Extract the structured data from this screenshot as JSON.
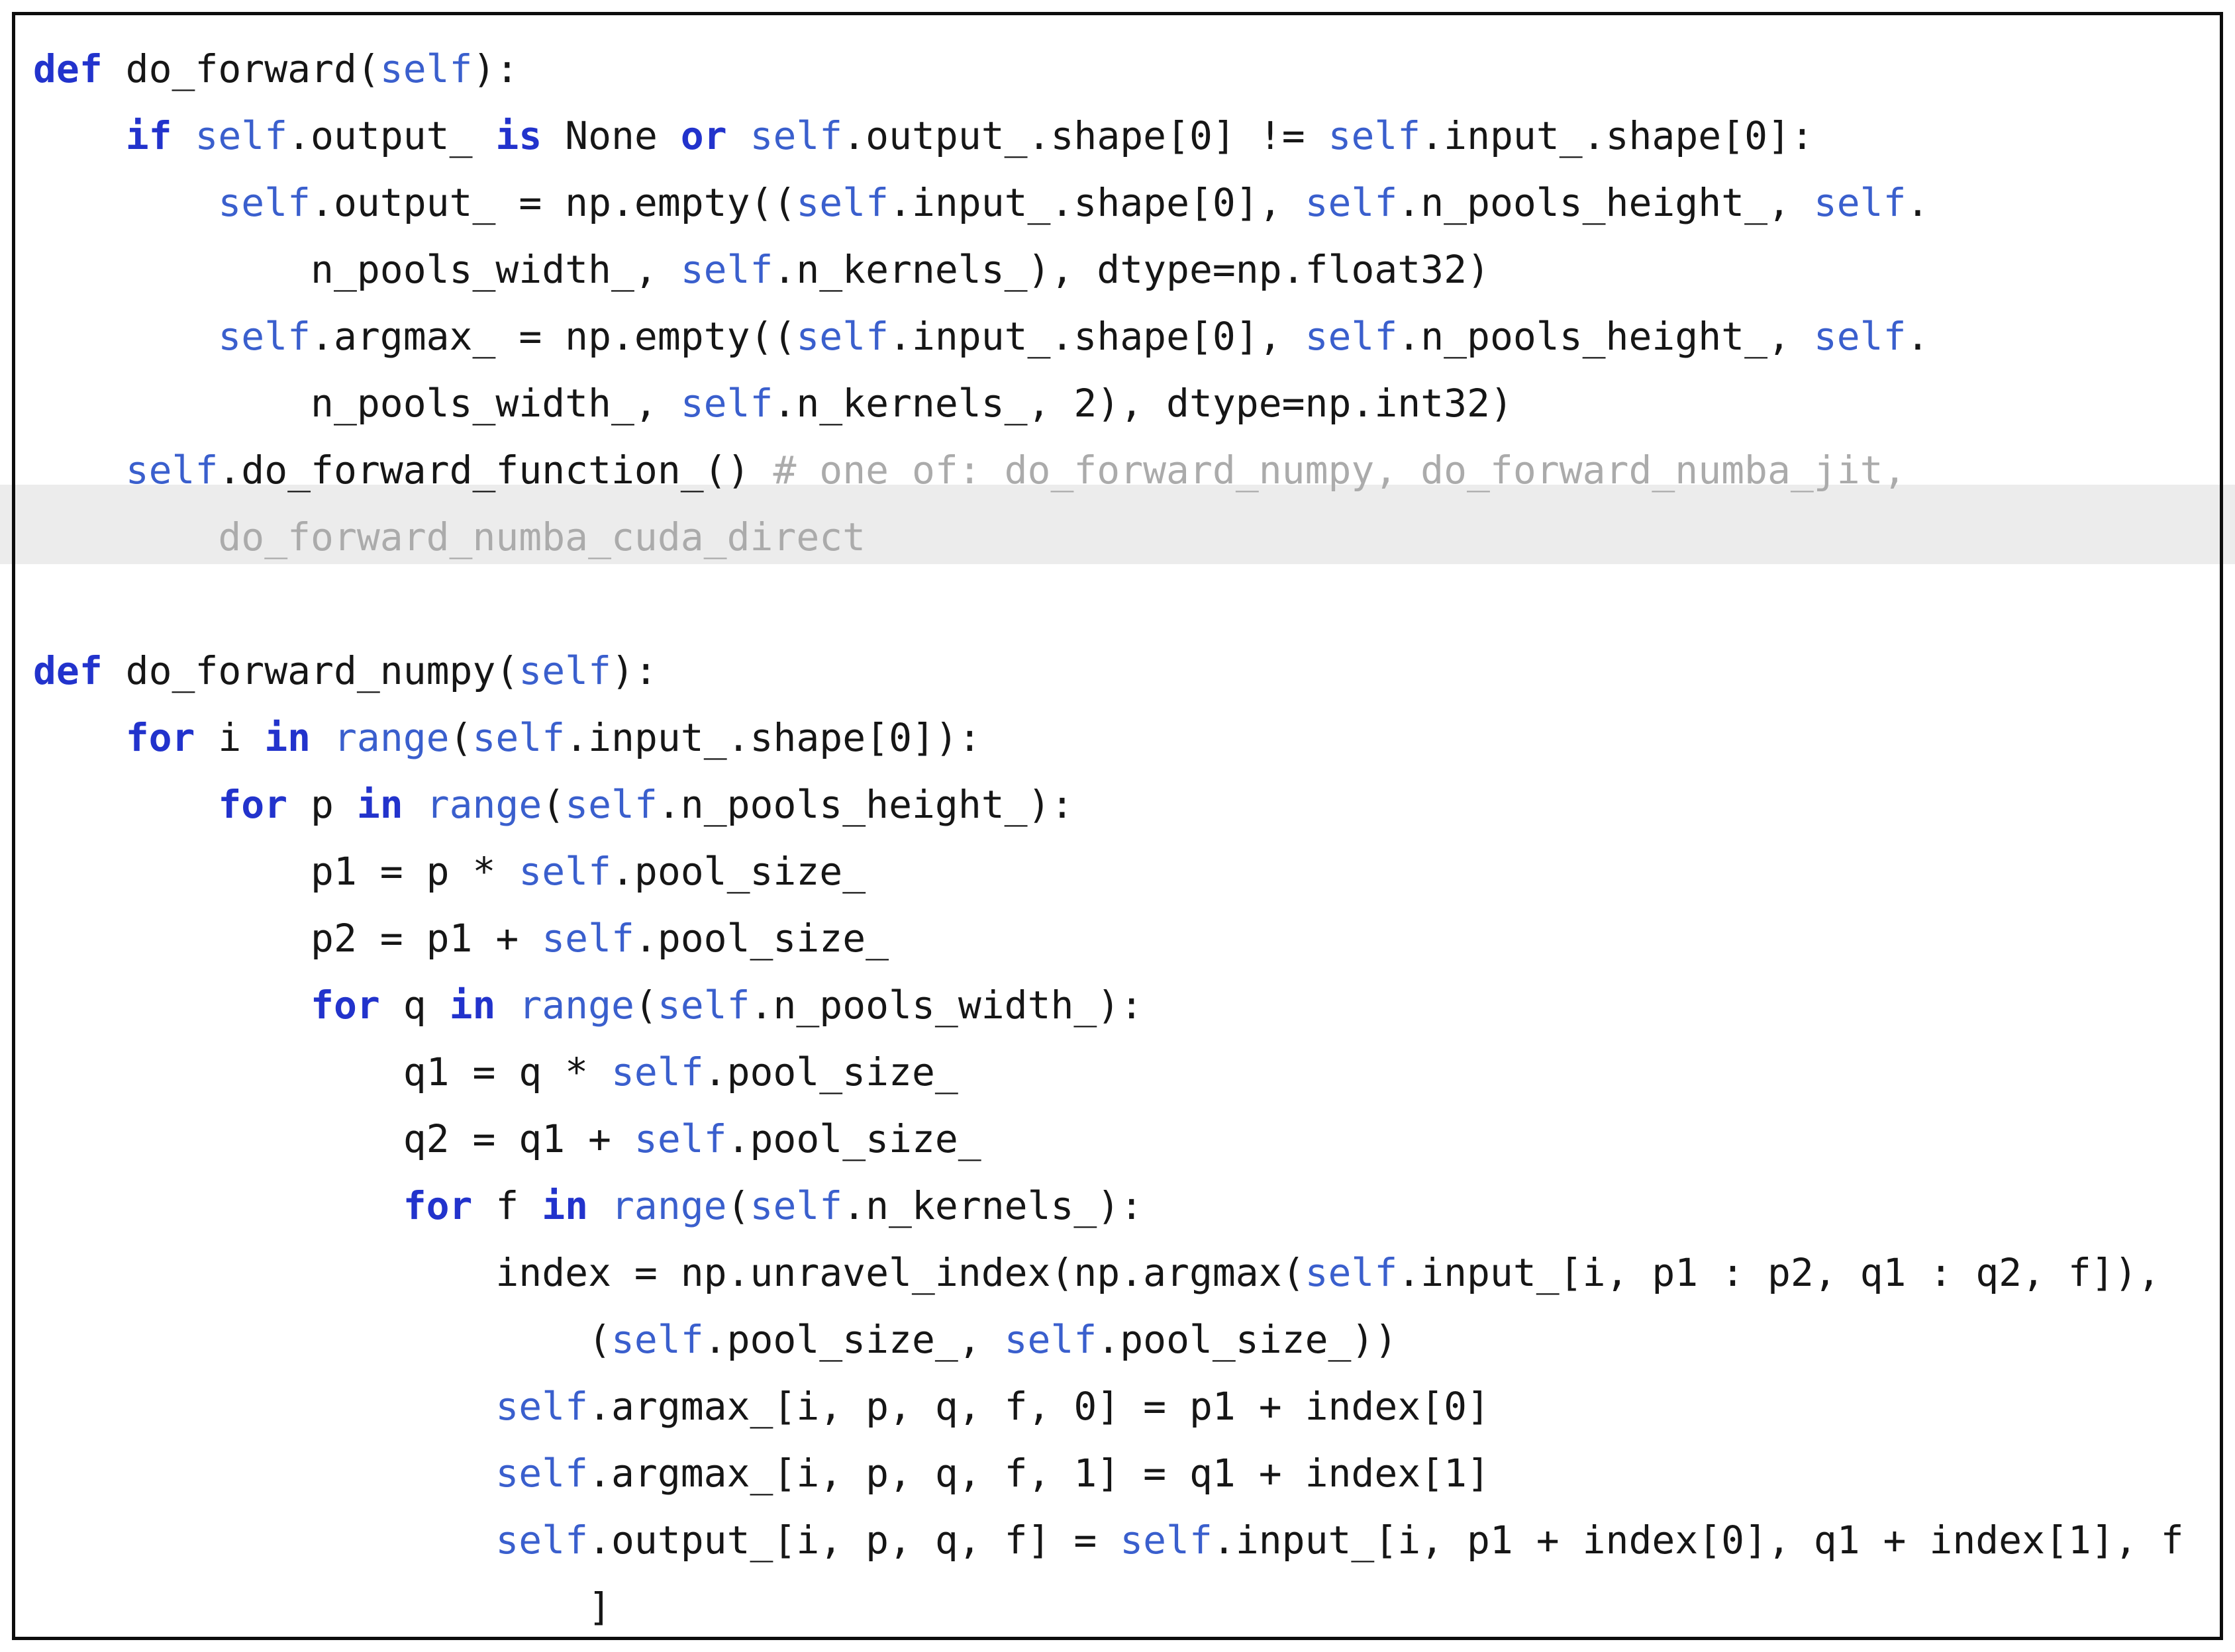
{
  "listing": {
    "language": "python",
    "colors": {
      "keyword": "#2233cc",
      "builtin": "#3a5fcd",
      "comment": "#ababab",
      "plain": "#161616",
      "background": "#ffffff",
      "border": "#0d0d0d",
      "highlight_band": "#ececec"
    },
    "lines": [
      {
        "indent": 0,
        "segments": [
          [
            "k",
            "def"
          ],
          [
            "p",
            " do_forward("
          ],
          [
            "s",
            "self"
          ],
          [
            "p",
            "):"
          ]
        ]
      },
      {
        "indent": 4,
        "segments": [
          [
            "k",
            "if"
          ],
          [
            "p",
            " "
          ],
          [
            "s",
            "self"
          ],
          [
            "p",
            ".output_ "
          ],
          [
            "k",
            "is"
          ],
          [
            "p",
            " None "
          ],
          [
            "k",
            "or"
          ],
          [
            "p",
            " "
          ],
          [
            "s",
            "self"
          ],
          [
            "p",
            ".output_.shape[0] != "
          ],
          [
            "s",
            "self"
          ],
          [
            "p",
            ".input_.shape[0]:"
          ]
        ]
      },
      {
        "indent": 8,
        "segments": [
          [
            "s",
            "self"
          ],
          [
            "p",
            ".output_ = np.empty(("
          ],
          [
            "s",
            "self"
          ],
          [
            "p",
            ".input_.shape[0], "
          ],
          [
            "s",
            "self"
          ],
          [
            "p",
            ".n_pools_height_, "
          ],
          [
            "s",
            "self"
          ],
          [
            "p",
            "."
          ]
        ]
      },
      {
        "indent": 12,
        "segments": [
          [
            "p",
            "n_pools_width_, "
          ],
          [
            "s",
            "self"
          ],
          [
            "p",
            ".n_kernels_), dtype=np.float32)"
          ]
        ]
      },
      {
        "indent": 8,
        "segments": [
          [
            "s",
            "self"
          ],
          [
            "p",
            ".argmax_ = np.empty(("
          ],
          [
            "s",
            "self"
          ],
          [
            "p",
            ".input_.shape[0], "
          ],
          [
            "s",
            "self"
          ],
          [
            "p",
            ".n_pools_height_, "
          ],
          [
            "s",
            "self"
          ],
          [
            "p",
            "."
          ]
        ]
      },
      {
        "indent": 12,
        "segments": [
          [
            "p",
            "n_pools_width_, "
          ],
          [
            "s",
            "self"
          ],
          [
            "p",
            ".n_kernels_, 2), dtype=np.int32)"
          ]
        ]
      },
      {
        "indent": 4,
        "segments": [
          [
            "s",
            "self"
          ],
          [
            "p",
            ".do_forward_function_() "
          ],
          [
            "c",
            "# one of: do_forward_numpy, do_forward_numba_jit,"
          ]
        ]
      },
      {
        "indent": 8,
        "segments": [
          [
            "c",
            "do_forward_numba_cuda_direct"
          ]
        ]
      },
      {
        "indent": 0,
        "segments": []
      },
      {
        "indent": 0,
        "segments": [
          [
            "k",
            "def"
          ],
          [
            "p",
            " do_forward_numpy("
          ],
          [
            "s",
            "self"
          ],
          [
            "p",
            "):"
          ]
        ]
      },
      {
        "indent": 4,
        "segments": [
          [
            "k",
            "for"
          ],
          [
            "p",
            " i "
          ],
          [
            "k",
            "in"
          ],
          [
            "p",
            " "
          ],
          [
            "s",
            "range"
          ],
          [
            "p",
            "("
          ],
          [
            "s",
            "self"
          ],
          [
            "p",
            ".input_.shape[0]):"
          ]
        ]
      },
      {
        "indent": 8,
        "segments": [
          [
            "k",
            "for"
          ],
          [
            "p",
            " p "
          ],
          [
            "k",
            "in"
          ],
          [
            "p",
            " "
          ],
          [
            "s",
            "range"
          ],
          [
            "p",
            "("
          ],
          [
            "s",
            "self"
          ],
          [
            "p",
            ".n_pools_height_):"
          ]
        ]
      },
      {
        "indent": 12,
        "segments": [
          [
            "p",
            "p1 = p * "
          ],
          [
            "s",
            "self"
          ],
          [
            "p",
            ".pool_size_"
          ]
        ]
      },
      {
        "indent": 12,
        "segments": [
          [
            "p",
            "p2 = p1 + "
          ],
          [
            "s",
            "self"
          ],
          [
            "p",
            ".pool_size_"
          ]
        ]
      },
      {
        "indent": 12,
        "segments": [
          [
            "k",
            "for"
          ],
          [
            "p",
            " q "
          ],
          [
            "k",
            "in"
          ],
          [
            "p",
            " "
          ],
          [
            "s",
            "range"
          ],
          [
            "p",
            "("
          ],
          [
            "s",
            "self"
          ],
          [
            "p",
            ".n_pools_width_):"
          ]
        ]
      },
      {
        "indent": 16,
        "segments": [
          [
            "p",
            "q1 = q * "
          ],
          [
            "s",
            "self"
          ],
          [
            "p",
            ".pool_size_"
          ]
        ]
      },
      {
        "indent": 16,
        "segments": [
          [
            "p",
            "q2 = q1 + "
          ],
          [
            "s",
            "self"
          ],
          [
            "p",
            ".pool_size_"
          ]
        ]
      },
      {
        "indent": 16,
        "segments": [
          [
            "k",
            "for"
          ],
          [
            "p",
            " f "
          ],
          [
            "k",
            "in"
          ],
          [
            "p",
            " "
          ],
          [
            "s",
            "range"
          ],
          [
            "p",
            "("
          ],
          [
            "s",
            "self"
          ],
          [
            "p",
            ".n_kernels_):"
          ]
        ]
      },
      {
        "indent": 20,
        "segments": [
          [
            "p",
            "index = np.unravel_index(np.argmax("
          ],
          [
            "s",
            "self"
          ],
          [
            "p",
            ".input_[i, p1 : p2, q1 : q2, f]),"
          ]
        ]
      },
      {
        "indent": 24,
        "segments": [
          [
            "p",
            "("
          ],
          [
            "s",
            "self"
          ],
          [
            "p",
            ".pool_size_, "
          ],
          [
            "s",
            "self"
          ],
          [
            "p",
            ".pool_size_))"
          ]
        ]
      },
      {
        "indent": 20,
        "segments": [
          [
            "s",
            "self"
          ],
          [
            "p",
            ".argmax_[i, p, q, f, 0] = p1 + index[0]"
          ]
        ]
      },
      {
        "indent": 20,
        "segments": [
          [
            "s",
            "self"
          ],
          [
            "p",
            ".argmax_[i, p, q, f, 1] = q1 + index[1]"
          ]
        ]
      },
      {
        "indent": 20,
        "segments": [
          [
            "s",
            "self"
          ],
          [
            "p",
            ".output_[i, p, q, f] = "
          ],
          [
            "s",
            "self"
          ],
          [
            "p",
            ".input_[i, p1 + index[0], q1 + index[1], f"
          ]
        ]
      },
      {
        "indent": 24,
        "segments": [
          [
            "p",
            "]"
          ]
        ]
      }
    ]
  }
}
